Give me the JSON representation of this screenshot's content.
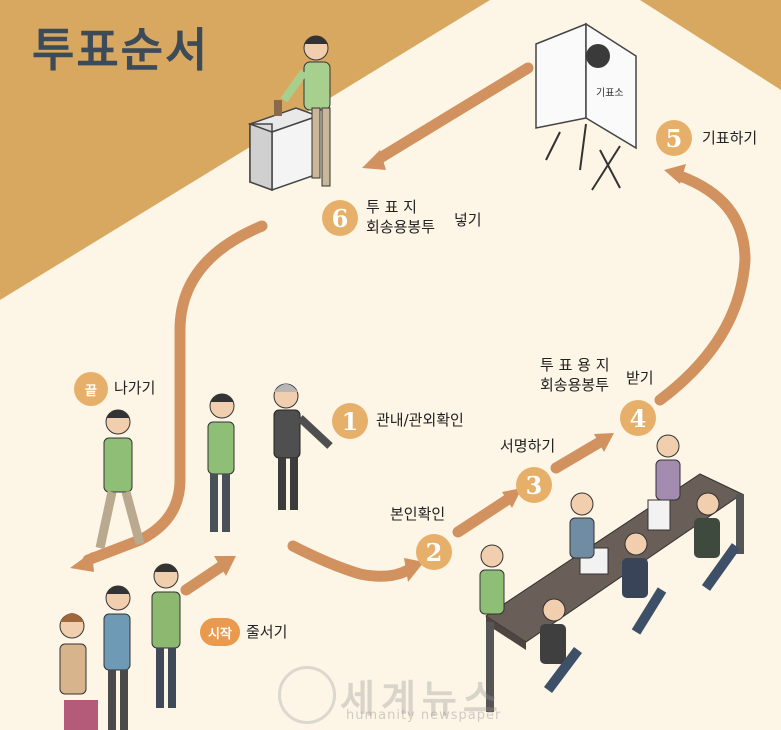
{
  "title": "투표순서",
  "steps": [
    {
      "num": "1",
      "label": "관내/관외확인"
    },
    {
      "num": "2",
      "label": "본인확인"
    },
    {
      "num": "3",
      "label": "서명하기"
    },
    {
      "num": "4",
      "label_top": "투 표 용 지",
      "label_bottom": "회송용봉투",
      "label_side": "받기"
    },
    {
      "num": "5",
      "label": "기표하기"
    },
    {
      "num": "6",
      "label_top": "투  표  지",
      "label_bottom": "회송용봉투",
      "label_side": "넣기"
    }
  ],
  "start": {
    "badge": "시작",
    "label": "줄서기"
  },
  "end": {
    "badge": "끝",
    "label": "나가기"
  },
  "booth_sign": "기표소",
  "watermark": {
    "name": "세계뉴스",
    "tagline": "humanity newspaper"
  },
  "colors": {
    "background": "#fdf6e6",
    "corner": "#d9a860",
    "arrow": "#d1925f",
    "badge": "#e7b06a"
  }
}
